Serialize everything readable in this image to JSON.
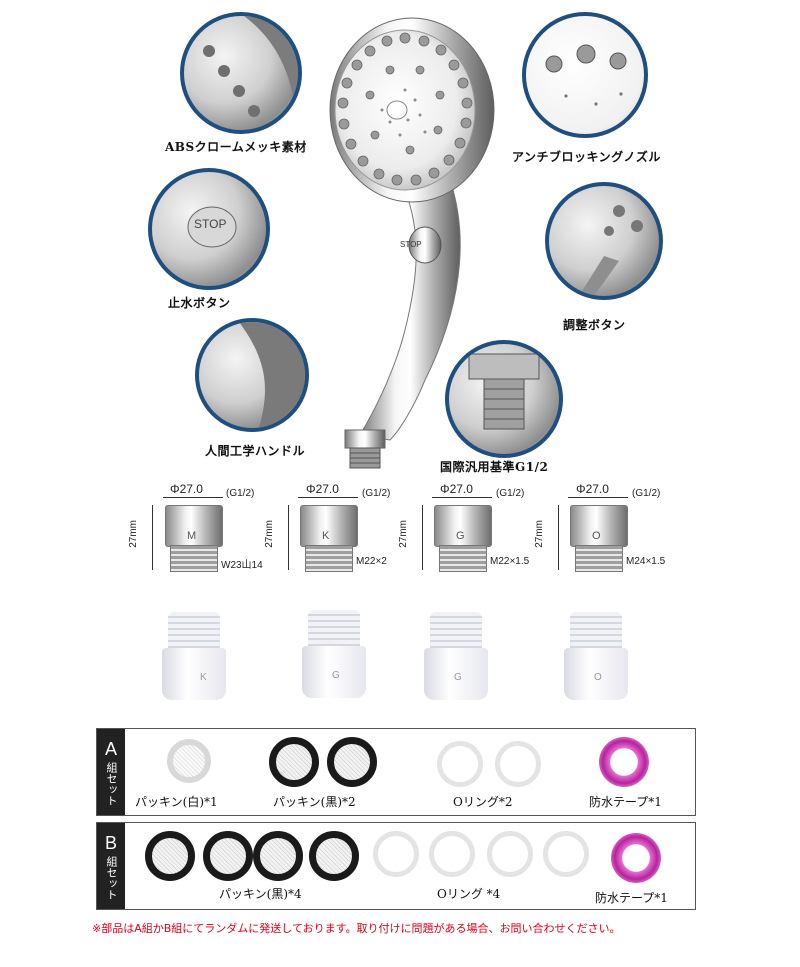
{
  "features": {
    "abs": "ABSクロームメッキ素材",
    "anti_block": "アンチブロッキングノズル",
    "stop_button": "止水ボタン",
    "adjust_button": "調整ボタン",
    "ergonomic": "人間工学ハンドル",
    "standard": "国際汎用基準G1/2",
    "stop_text": "STOP"
  },
  "adapters": [
    {
      "diameter": "Φ27.0",
      "thread_top": "(G1/2)",
      "height": "27mm",
      "letter": "M",
      "thread": "W23山14"
    },
    {
      "diameter": "Φ27.0",
      "thread_top": "(G1/2)",
      "height": "27mm",
      "letter": "K",
      "thread": "M22×2"
    },
    {
      "diameter": "Φ27.0",
      "thread_top": "(G1/2)",
      "height": "27mm",
      "letter": "G",
      "thread": "M22×1.5"
    },
    {
      "diameter": "Φ27.0",
      "thread_top": "(G1/2)",
      "height": "27mm",
      "letter": "O",
      "thread": "M24×1.5"
    }
  ],
  "white_adapters": [
    "K",
    "G",
    "G",
    "O"
  ],
  "set_a": {
    "big": "A",
    "tag": "組セット",
    "items": [
      "パッキン(白)*1",
      "パッキン(黒)*2",
      "Oリング*2",
      "防水テープ*1"
    ]
  },
  "set_b": {
    "big": "B",
    "tag": "組セット",
    "items": [
      "パッキン(黒)*4",
      "Oリング *4",
      "防水テープ*1"
    ]
  },
  "note": "※部品はA組かB組にてランダムに発送しております。取り付けに問題がある場合、お問い合わせください。"
}
